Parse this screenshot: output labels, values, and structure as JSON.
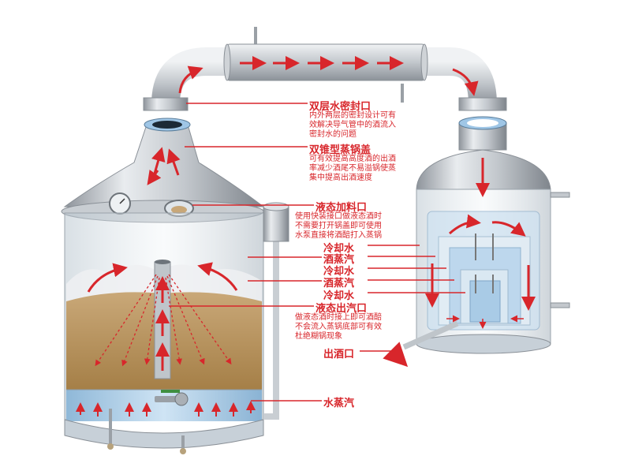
{
  "annotations": {
    "seal": {
      "label": "双层水密封口",
      "desc": [
        "内外两层的密封设计可有",
        "效解决导气管中的酒流入",
        "密封水的问题"
      ]
    },
    "lid": {
      "label": "双锥型蒸锅盖",
      "desc": [
        "可有效提高高度酒的出酒",
        "率减少酒尾不易溢锅使蒸",
        "集中提高出酒速度"
      ]
    },
    "inlet": {
      "label": "液态加料口",
      "desc": [
        "使用快装接口做液态酒时",
        "不需要打开锅盖即可使用",
        "水泵直接将酒醅打入蒸锅"
      ]
    },
    "cool1": {
      "label": "冷却水"
    },
    "vapor1": {
      "label": "酒蒸汽"
    },
    "cool2": {
      "label": "冷却水"
    },
    "vapor2": {
      "label": "酒蒸汽"
    },
    "cool3": {
      "label": "冷却水"
    },
    "outlet": {
      "label": "液态出汽口",
      "desc": [
        "做液态酒时接上即可酒醅",
        "不会流入蒸锅底部可有效",
        "杜绝糊锅现象"
      ]
    },
    "liquor": {
      "label": "出酒口"
    },
    "steam": {
      "label": "水蒸汽"
    }
  },
  "colors": {
    "accent": "#d8262b",
    "steel": "#b9bec4",
    "liquid": "#bf9a62",
    "water": "#9fc6e6"
  }
}
